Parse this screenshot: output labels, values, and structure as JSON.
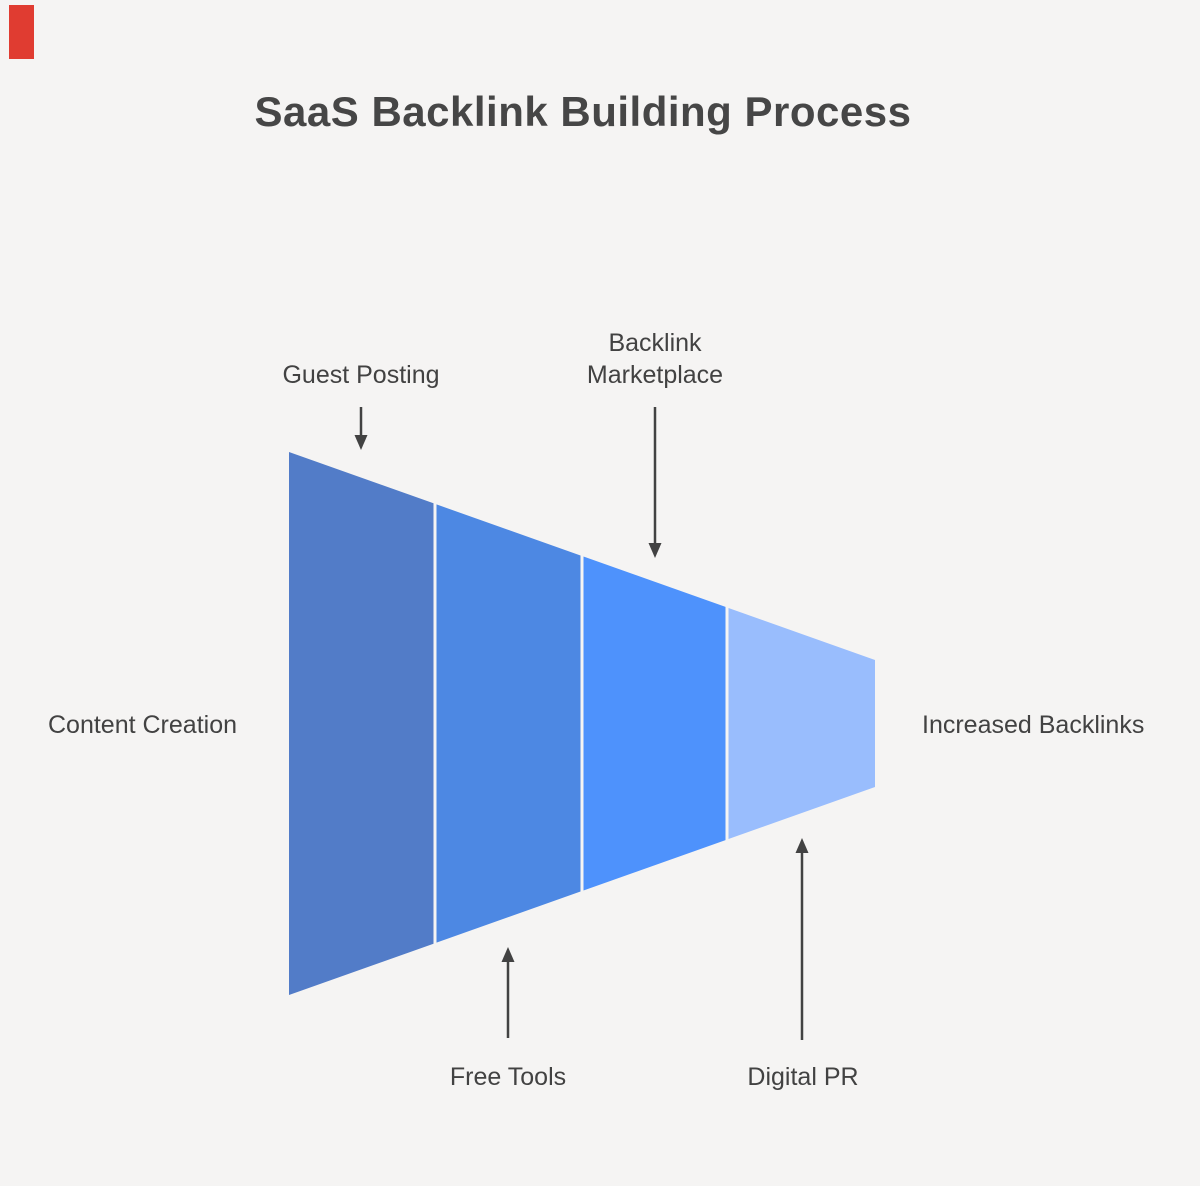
{
  "title": "SaaS Backlink Building Process",
  "colors": {
    "background": "#f5f4f3",
    "title_text": "#464646",
    "label_text": "#424242",
    "arrow": "#424242",
    "corner_marker_red": "#e03c31",
    "segment_divider": "#f5f4f3"
  },
  "funnel": {
    "direction": "left-to-right",
    "input_label": "Content Creation",
    "output_label": "Increased Backlinks",
    "segments": [
      {
        "label": "Guest Posting",
        "color": "#527cc8",
        "label_position": "top"
      },
      {
        "label": "Free Tools",
        "color": "#4d88e3",
        "label_position": "bottom"
      },
      {
        "label": "Backlink Marketplace",
        "label_lines": [
          "Backlink",
          "Marketplace"
        ],
        "color": "#4e92fc",
        "label_position": "top"
      },
      {
        "label": "Digital PR",
        "color": "#99bdfd",
        "label_position": "bottom"
      }
    ]
  }
}
